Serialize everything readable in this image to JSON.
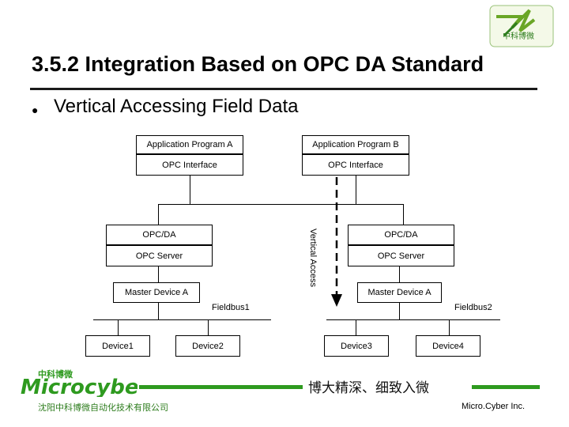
{
  "header": {
    "title": "3.5.2 Integration Based on OPC DA Standard",
    "subtitle": "Vertical Accessing Field Data",
    "logo_text": "中科博微"
  },
  "diagram": {
    "app_a": "Application Program A",
    "app_b": "Application Program B",
    "opc_interface_a": "OPC Interface",
    "opc_interface_b": "OPC Interface",
    "opcda_a": "OPC/DA",
    "opcda_b": "OPC/DA",
    "opc_server_a": "OPC Server",
    "opc_server_b": "OPC Server",
    "master_a": "Master Device A",
    "master_b": "Master Device A",
    "fieldbus1": "Fieldbus1",
    "fieldbus2": "Fieldbus2",
    "device1": "Device1",
    "device2": "Device2",
    "device3": "Device3",
    "device4": "Device4",
    "vertical_access": "Vertical Access"
  },
  "footer": {
    "brand_cn": "中科博微",
    "brand": "Microcyber",
    "company_cn": "沈阳中科博微自动化技术有限公司",
    "slogan": "博大精深、细致入微",
    "company_en": "Micro.Cyber Inc.",
    "accent_color": "#2e9a1f"
  }
}
